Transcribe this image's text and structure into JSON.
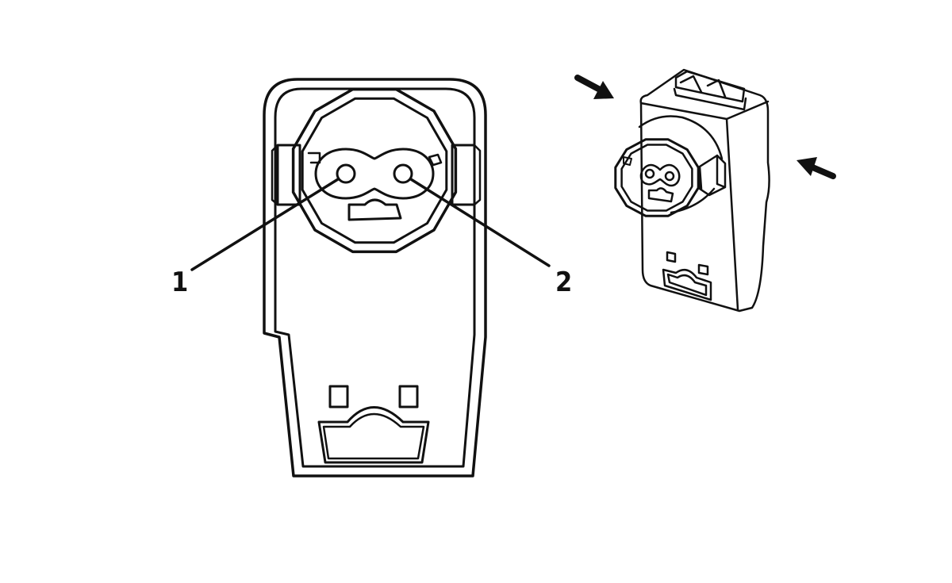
{
  "callouts": [
    {
      "id": "1",
      "text": "1"
    },
    {
      "id": "2",
      "text": "2"
    }
  ],
  "colors": {
    "ink": "#111111",
    "background": "#ffffff"
  },
  "icons": [
    "pointer-arrow-icon",
    "pointer-arrow-icon"
  ]
}
